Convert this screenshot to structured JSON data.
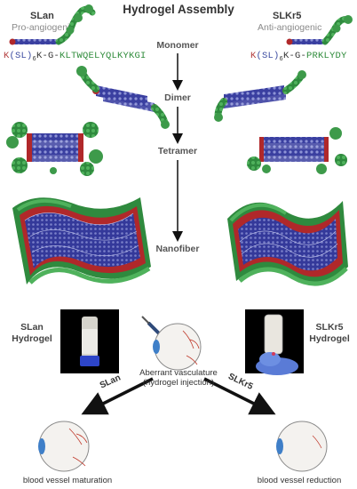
{
  "title": "Hydrogel Assembly",
  "stages": {
    "monomer": "Monomer",
    "dimer": "Dimer",
    "tetramer": "Tetramer",
    "nanofiber": "Nanofiber"
  },
  "left_peptide": {
    "name": "SLan",
    "description": "Pro-angiogenic",
    "seq_k": "K",
    "seq_repeat": "(SL)",
    "seq_sub": "6",
    "seq_mid": "K-G-",
    "seq_tail": "KLTWQELYQLKYKGI"
  },
  "right_peptide": {
    "name": "SLKr5",
    "description": "Anti-angiogenic",
    "seq_k": "K",
    "seq_repeat": "(SL)",
    "seq_sub": "6",
    "seq_mid": "K-G-",
    "seq_tail": "PRKLYDY"
  },
  "hydrogels": {
    "left_line1": "SLan",
    "left_line2": "Hydrogel",
    "right_line1": "SLKr5",
    "right_line2": "Hydrogel"
  },
  "bottom": {
    "center_line1": "Aberrant vasculature",
    "center_line2": "(hydrogel injection)",
    "left_arrow_label": "SLan",
    "right_arrow_label": "SLKr5",
    "left_outcome": "blood vessel maturation",
    "right_outcome": "blood vessel reduction"
  },
  "colors": {
    "hydrophobic_blue": "#3a3fa0",
    "charged_red": "#b0282a",
    "peptide_green": "#2f8a3e",
    "arrow": "#111111"
  }
}
